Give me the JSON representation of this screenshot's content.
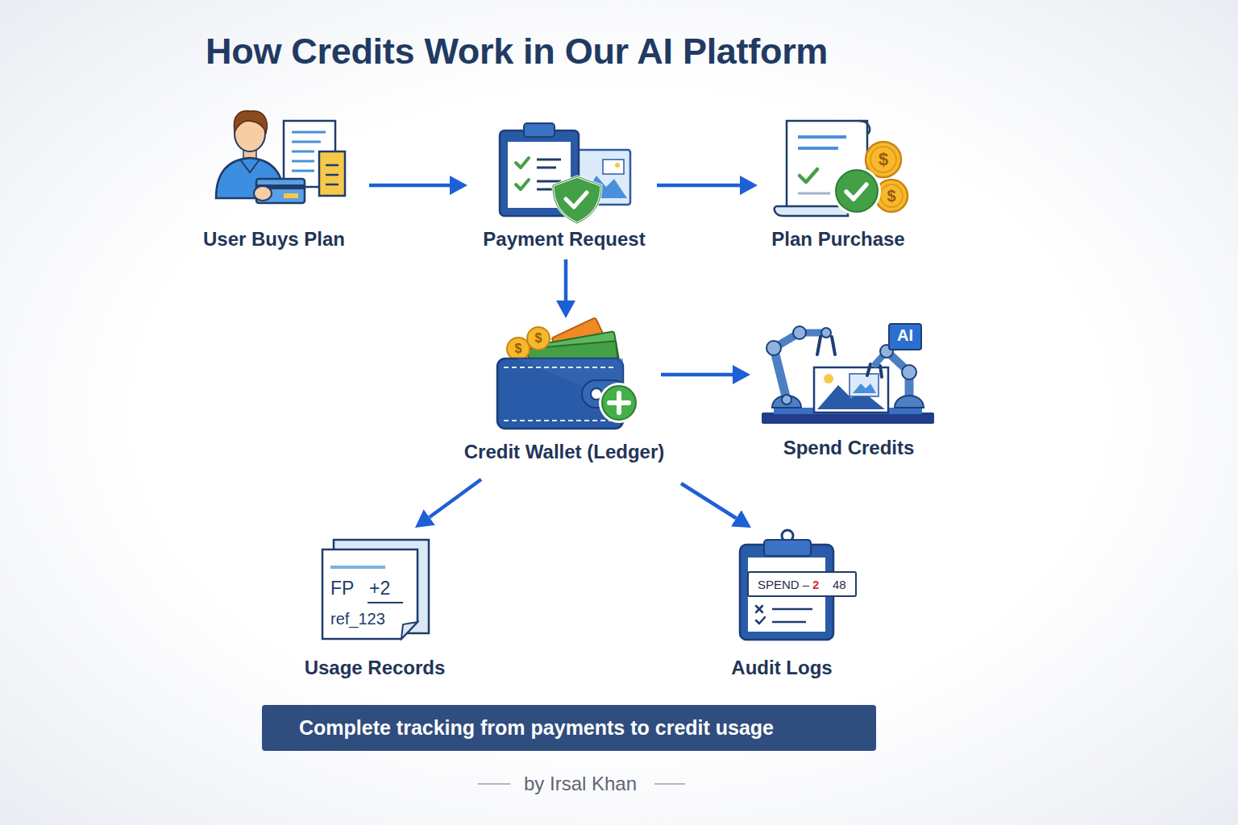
{
  "diagram": {
    "title": "How Credits Work in Our AI Platform",
    "nodes": [
      {
        "text": [
          "User Buys Plan"
        ]
      },
      {
        "text": [
          "Payment Request"
        ]
      },
      {
        "text": [
          "Plan Purchase"
        ]
      },
      {
        "text": [
          "Credit Wallet (Ledger)"
        ]
      },
      {
        "text": [
          "AI",
          "Spend Credits"
        ]
      },
      {
        "text": [
          "FP",
          "+2",
          "ref_123",
          "Usage Records"
        ]
      },
      {
        "text": [
          "SPEND –",
          "2",
          "48",
          "Audit Logs"
        ]
      },
      {
        "text": [
          "Complete tracking from payments to credit usage"
        ]
      }
    ],
    "edges": [
      {
        "from": 0,
        "to": 1,
        "arrow": "to"
      },
      {
        "from": 1,
        "to": 2,
        "arrow": "to"
      },
      {
        "from": 1,
        "to": 3,
        "arrow": "to"
      },
      {
        "from": 3,
        "to": 4,
        "arrow": "to"
      },
      {
        "from": 3,
        "to": 5,
        "arrow": "to"
      },
      {
        "from": 3,
        "to": 6,
        "arrow": "to"
      }
    ],
    "labels": [
      "$",
      "$",
      "$",
      "$",
      "by Irsal Khan"
    ]
  }
}
